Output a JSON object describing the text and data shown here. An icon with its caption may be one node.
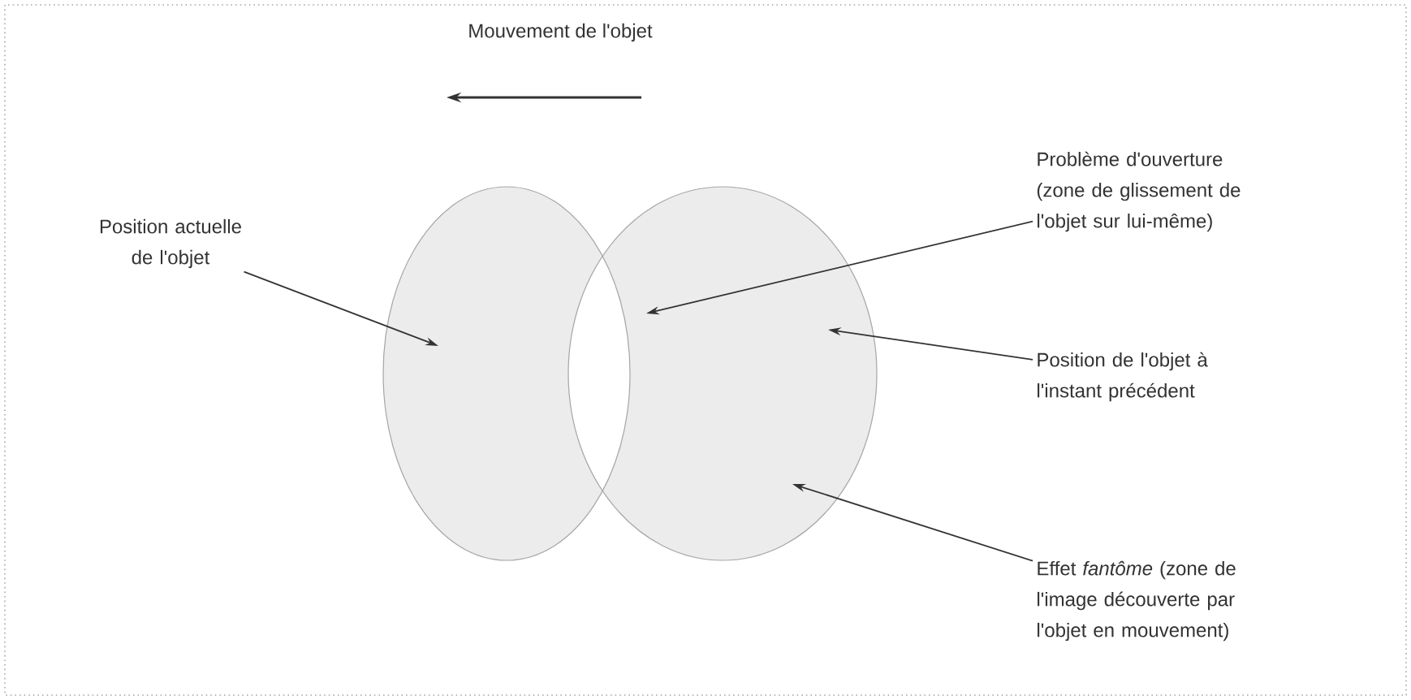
{
  "diagram": {
    "nodes": [
      {
        "text": [
          "Position actuelle de l'objet"
        ]
      },
      {
        "text": [
          "Problème d'ouverture",
          "(zone de glissement de l'objet sur lui-même)"
        ]
      },
      {
        "text": [],
        "shape": "ellipse"
      },
      {
        "text": [],
        "shape": "ellipse"
      },
      {
        "text": [
          "Position de l'objet à l'instant précédent"
        ]
      },
      {
        "text": [
          "Effet *fantôme* (zone de l'image découverte par l'objet en mouvement)"
        ]
      }
    ],
    "edges": [
      {
        "from": 0,
        "to": 2,
        "arrow": "to"
      },
      {
        "from": 1,
        "to": 3,
        "arrow": "to"
      },
      {
        "from": 4,
        "to": 3,
        "arrow": "to"
      },
      {
        "from": 5,
        "to": 3,
        "arrow": "to"
      }
    ],
    "labels": [
      "Mouvement de l'objet"
    ]
  }
}
